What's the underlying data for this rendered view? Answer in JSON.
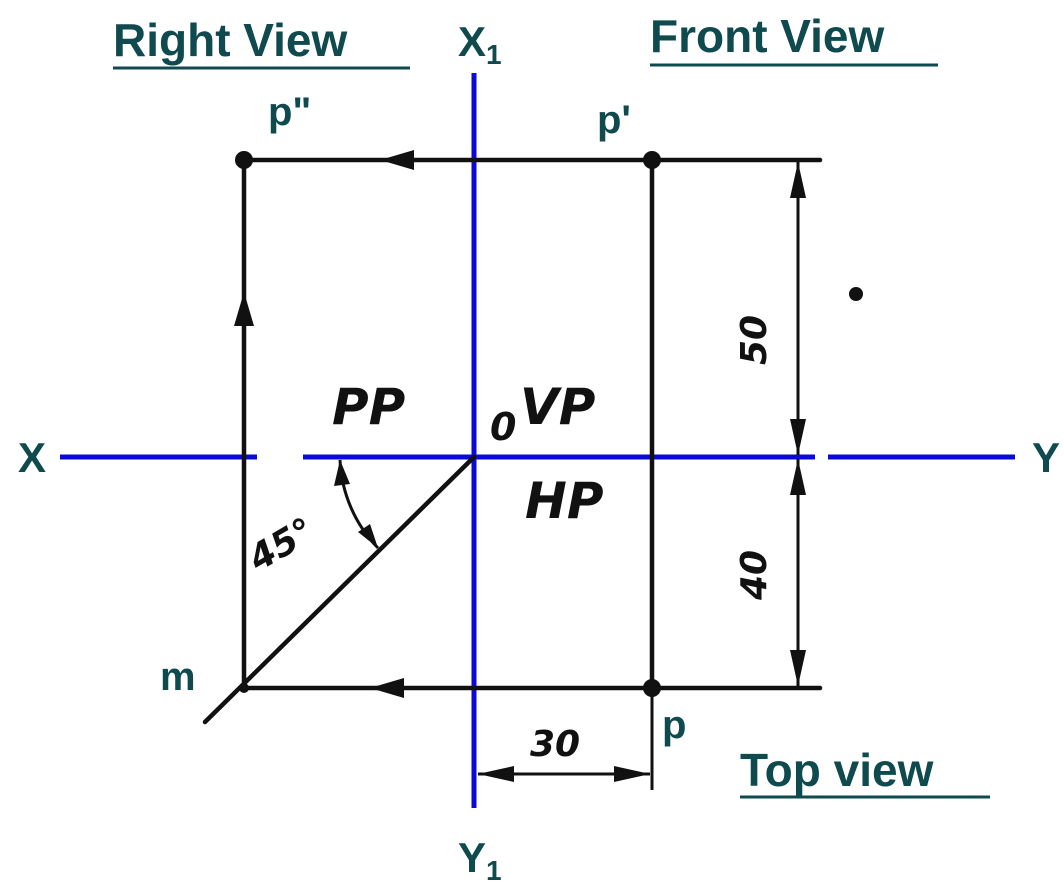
{
  "views": {
    "right": "Right View",
    "front": "Front View",
    "top": "Top view"
  },
  "axes": {
    "x": "X",
    "y": "Y",
    "x1": "X",
    "x1_sub": "1",
    "y1": "Y",
    "y1_sub": "1"
  },
  "points": {
    "p_double_prime": "p\"",
    "p_prime": "p'",
    "p": "p",
    "m": "m",
    "origin": "0"
  },
  "planes": {
    "pp": "PP",
    "vp": "VP",
    "hp": "HP"
  },
  "dimensions": {
    "height_above_hp": "50",
    "depth_below_vp": "40",
    "distance_from_pp": "30",
    "angle": "45°"
  },
  "colors": {
    "projection_axes": "#0a0ad8",
    "labels": "#0f4a4f",
    "drawing_ink": "#111111"
  }
}
